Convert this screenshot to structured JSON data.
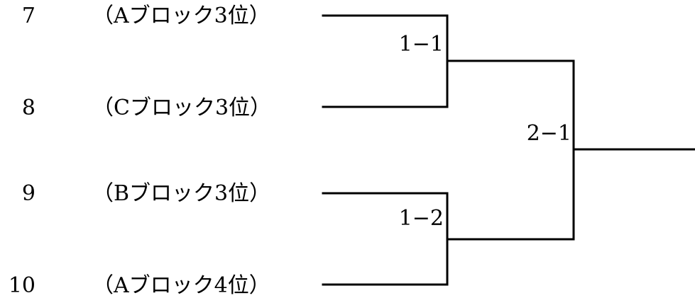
{
  "teams": [
    {
      "seed": "7",
      "name": "（Aブロック3位）"
    },
    {
      "seed": "8",
      "name": "（Cブロック3位）"
    },
    {
      "seed": "9",
      "name": "（Bブロック3位）"
    },
    {
      "seed": "10",
      "name": "（Aブロック4位）"
    }
  ],
  "matches": {
    "r1_1": "1−1",
    "r1_2": "1−2",
    "r2_1": "2−1"
  },
  "line_color": "#000000"
}
